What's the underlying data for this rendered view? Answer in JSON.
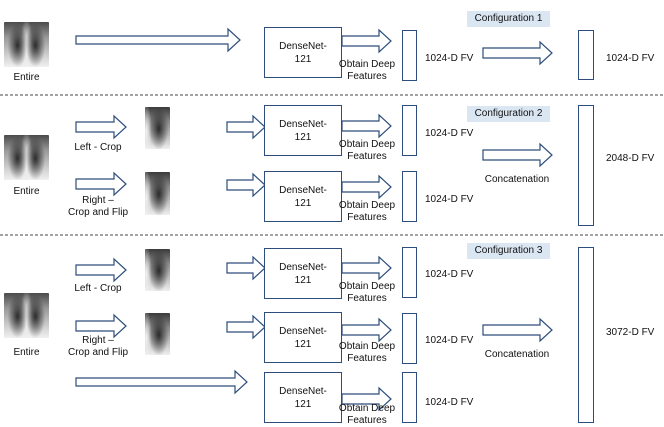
{
  "configs": [
    {
      "title": "Configuration 1",
      "input_label": "Entire",
      "net_label": "DenseNet-\n121",
      "feature_label": "Obtain Deep\nFeatures",
      "fv_label": "1024-D FV",
      "output_label": "1024-D FV"
    },
    {
      "title": "Configuration 2",
      "input_label": "Entire",
      "crop_left_label": "Left - Crop",
      "crop_right_label": "Right –\nCrop and Flip",
      "net_label": "DenseNet-\n121",
      "feature_label": "Obtain Deep\nFeatures",
      "fv_label": "1024-D FV",
      "concat_label": "Concatenation",
      "output_label": "2048-D FV"
    },
    {
      "title": "Configuration 3",
      "input_label": "Entire",
      "crop_left_label": "Left - Crop",
      "crop_right_label": "Right –\nCrop and Flip",
      "net_label": "DenseNet-\n121",
      "feature_label": "Obtain Deep\nFeatures",
      "fv_label": "1024-D FV",
      "concat_label": "Concatenation",
      "output_label": "3072-D FV"
    }
  ],
  "colors": {
    "arrow_stroke": "#2d4e7d",
    "box_stroke": "#2d4e7d",
    "config_fill": "#dae6f2",
    "divider": "#444444"
  }
}
